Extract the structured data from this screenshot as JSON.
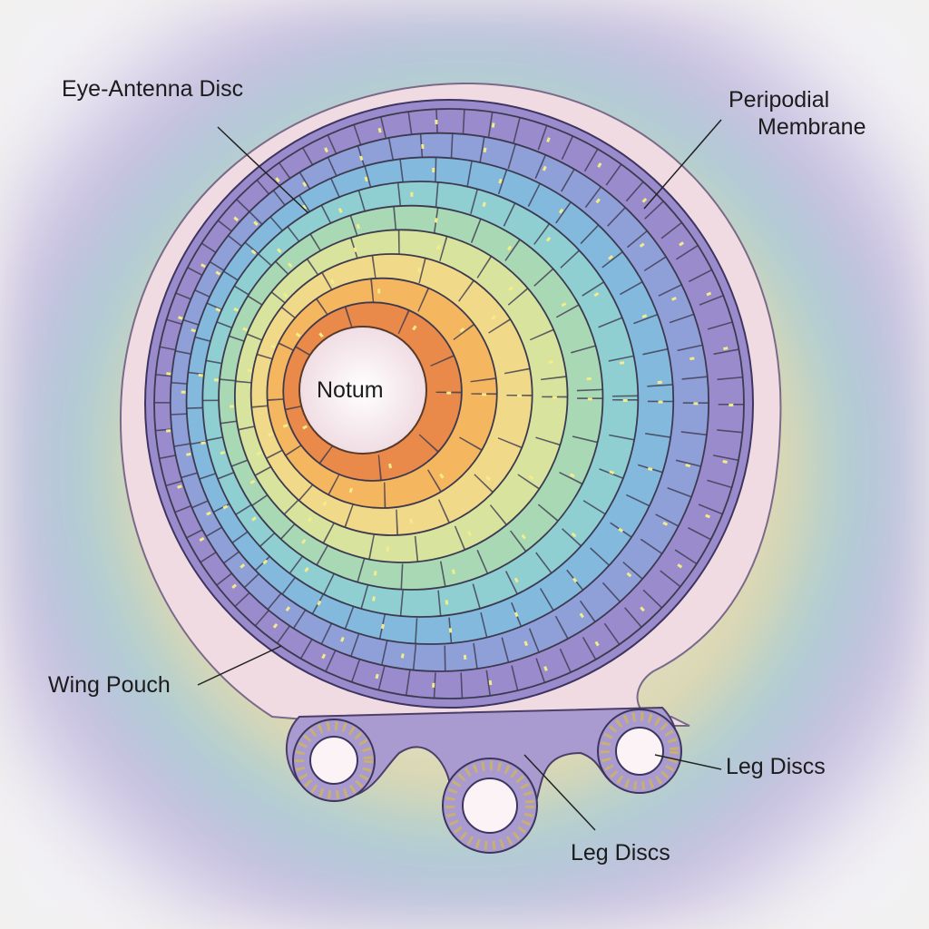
{
  "labels": {
    "eye_antenna_disc": "Eye-Antenna Disc",
    "peripodial_line1": "Peripodial",
    "peripodial_line2": "Membrane",
    "notum": "Notum",
    "wing_pouch": "Wing Pouch",
    "leg_discs_right": "Leg Discs",
    "leg_discs_bottom": "Leg Discs"
  },
  "colors": {
    "outer_membrane": "#f1dbe3",
    "ring_palette": [
      "#e98a4a",
      "#f4b65f",
      "#f1d98a",
      "#d8e39e",
      "#a9d8b4",
      "#8fcfd2",
      "#84b9de",
      "#8f9fd8",
      "#9a8ccc"
    ]
  }
}
